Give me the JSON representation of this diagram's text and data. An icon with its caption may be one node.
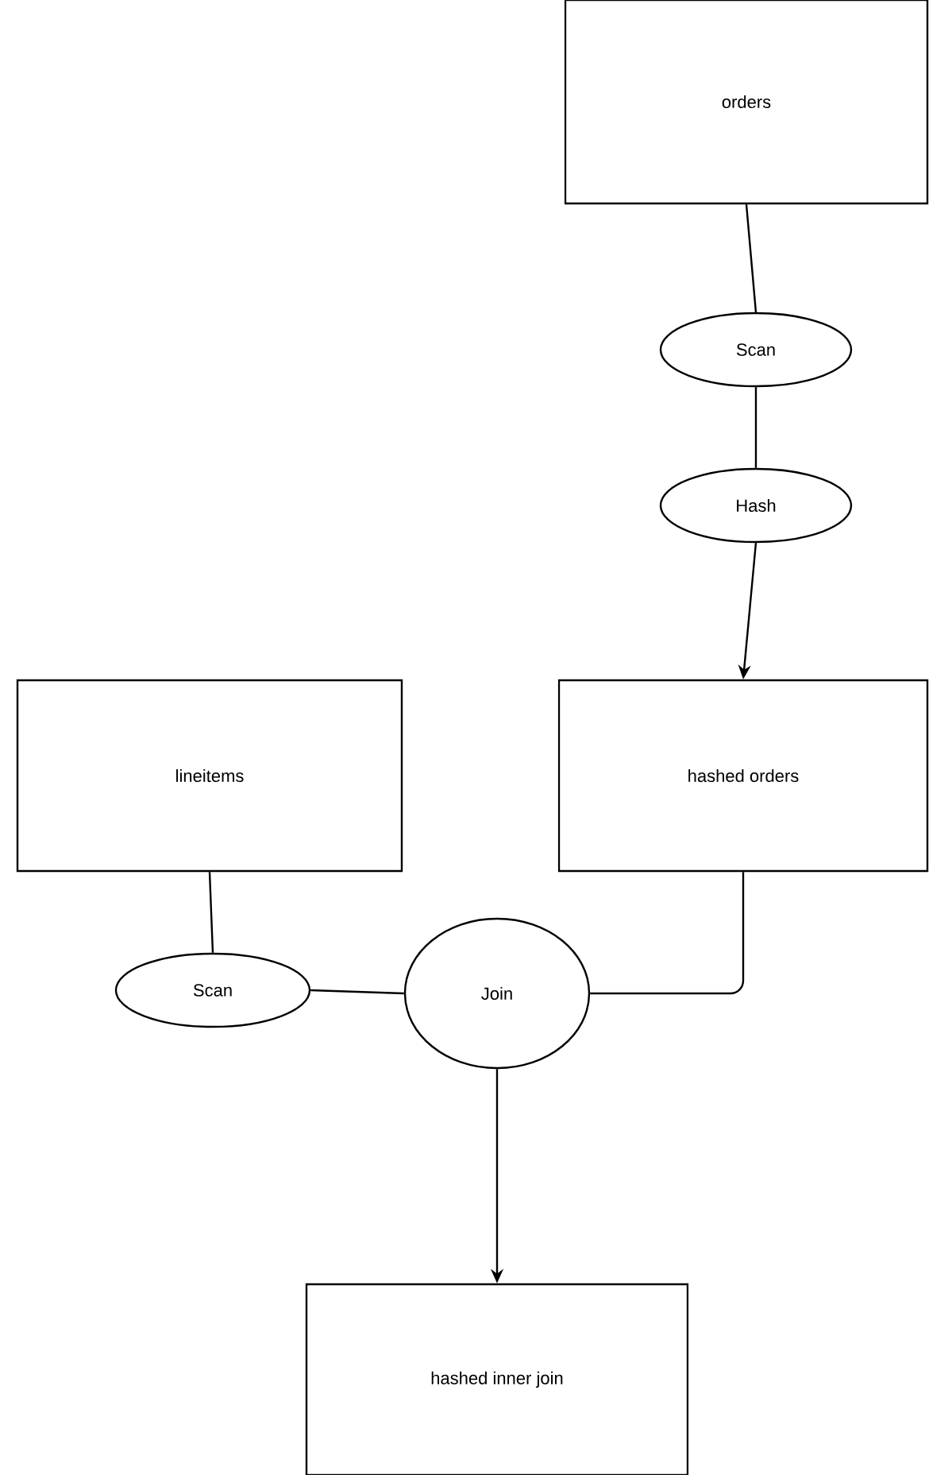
{
  "diagram": {
    "nodes": [
      {
        "text": [
          "orders"
        ]
      },
      {
        "text": [
          "Scan"
        ]
      },
      {
        "text": [
          "Hash"
        ]
      },
      {
        "text": [
          "hashed orders"
        ]
      },
      {
        "text": [
          "lineitems"
        ]
      },
      {
        "text": [
          "Scan"
        ]
      },
      {
        "text": [
          "Join"
        ]
      },
      {
        "text": [
          "hashed inner join"
        ]
      }
    ],
    "edges": [
      {
        "from": 0,
        "to": 1,
        "arrow": "none"
      },
      {
        "from": 1,
        "to": 2,
        "arrow": "none"
      },
      {
        "from": 2,
        "to": 3,
        "arrow": "to"
      },
      {
        "from": 4,
        "to": 5,
        "arrow": "none"
      },
      {
        "from": 5,
        "to": 6,
        "arrow": "none"
      },
      {
        "from": 3,
        "to": 6,
        "arrow": "none"
      },
      {
        "from": 6,
        "to": 7,
        "arrow": "to"
      }
    ]
  }
}
